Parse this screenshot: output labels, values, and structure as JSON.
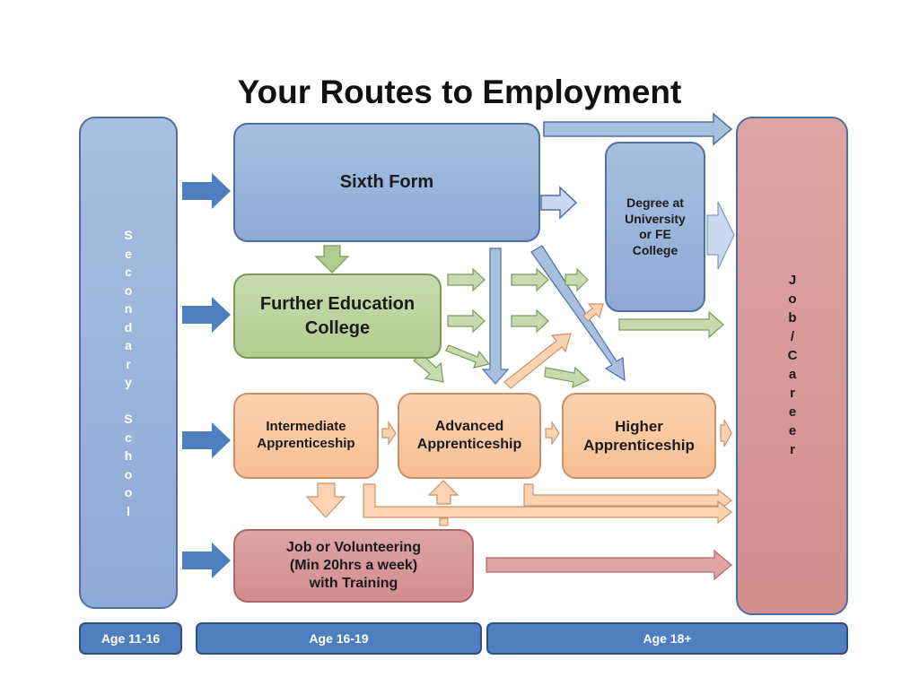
{
  "title": "Your Routes to Employment",
  "secondary_school": [
    "S",
    "e",
    "c",
    "o",
    "n",
    "d",
    "a",
    "r",
    "y",
    "",
    "S",
    "c",
    "h",
    "o",
    "o",
    "l"
  ],
  "job_career": [
    "J",
    "o",
    "b",
    "/",
    "C",
    "a",
    "r",
    "e",
    "e",
    "r"
  ],
  "boxes": {
    "sixth_form": "Sixth Form",
    "fe_college_1": "Further Education",
    "fe_college_2": "College",
    "degree_1": "Degree at",
    "degree_2": "University",
    "degree_3": "or FE",
    "degree_4": "College",
    "intermediate_1": "Intermediate",
    "intermediate_2": "Apprenticeship",
    "advanced_1": "Advanced",
    "advanced_2": "Apprenticeship",
    "higher_1": "Higher",
    "higher_2": "Apprenticeship",
    "job_1": "Job or Volunteering",
    "job_2": "(Min 20hrs a week)",
    "job_3": "with Training"
  },
  "ages": {
    "age_1": "Age 11-16",
    "age_2": "Age 16-19",
    "age_3": "Age 18+"
  },
  "colors": {
    "blue_box": "#a8bfe0",
    "green_box": "#c7dcae",
    "orange_box": "#fbd3b0",
    "red_box": "#dea4a4",
    "age_bar": "#4f7fc0",
    "arrow_blue": "#4f7fc0"
  },
  "icons": [
    "school-clipart",
    "person-at-computer-clipart",
    "teacher-clipart",
    "workers-clipart",
    "diploma-icon",
    "student-clipart",
    "kids-clipart",
    "footballer-clipart"
  ]
}
